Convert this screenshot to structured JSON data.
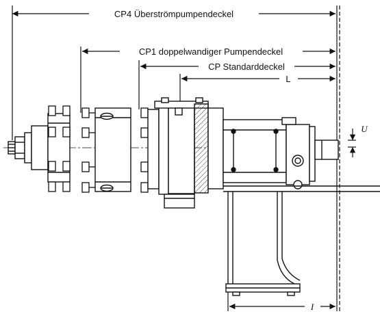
{
  "dimensions": {
    "cp4": "CP4 Überströmpumpendeckel",
    "cp1": "CP1 doppelwandiger Pumpendeckel",
    "cp_standard": "CP Standarddeckel",
    "l": "L",
    "u": "U",
    "i": "I"
  }
}
